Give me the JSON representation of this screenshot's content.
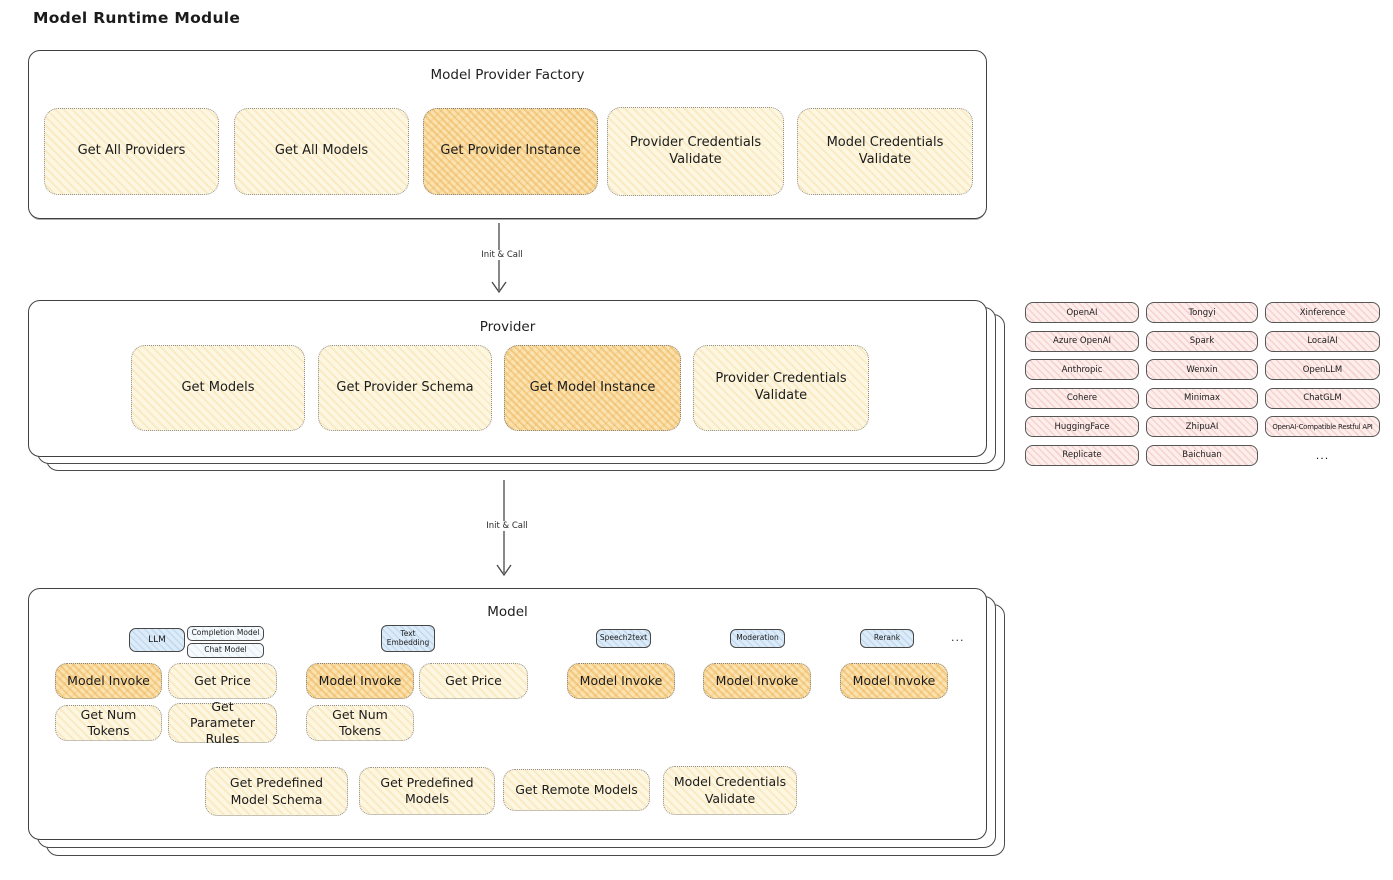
{
  "page_title": "Model Runtime Module",
  "arrows": {
    "arrow1_label": "Init & Call",
    "arrow2_label": "Init & Call"
  },
  "factory": {
    "title": "Model Provider Factory",
    "buttons": [
      "Get All Providers",
      "Get All Models",
      "Get Provider Instance",
      "Provider Credentials Validate",
      "Model Credentials Validate"
    ]
  },
  "provider": {
    "title": "Provider",
    "buttons": [
      "Get Models",
      "Get Provider Schema",
      "Get Model Instance",
      "Provider Credentials Validate"
    ]
  },
  "model": {
    "title": "Model",
    "more": "...",
    "badges": {
      "llm": "LLM",
      "completion_model": "Completion Model",
      "chat_model": "Chat Model",
      "text_embedding": "Text Embedding",
      "speech2text": "Speech2text",
      "moderation": "Moderation",
      "rerank": "Rerank"
    },
    "actions": {
      "model_invoke": "Model Invoke",
      "get_price": "Get Price",
      "get_num_tokens": "Get Num Tokens",
      "get_parameter_rules": "Get Parameter Rules"
    },
    "bottom_actions": [
      "Get Predefined Model Schema",
      "Get Predefined Models",
      "Get Remote Models",
      "Model Credentials Validate"
    ]
  },
  "providers_panel": {
    "items": [
      "OpenAI",
      "Tongyi",
      "Xinference",
      "Azure OpenAI",
      "Spark",
      "LocalAI",
      "Anthropic",
      "Wenxin",
      "OpenLLM",
      "Cohere",
      "Minimax",
      "ChatGLM",
      "HuggingFace",
      "ZhipuAI",
      "OpenAI-Compatible Restful API",
      "Replicate",
      "Baichuan"
    ],
    "more": "..."
  },
  "colors": {
    "button_fill": "#fdf7e2",
    "button_highlight_fill": "#fae3af",
    "badge_blue_fill": "#ddebf8",
    "provider_item_fill": "#fdeeec",
    "border_dark": "#414141"
  }
}
